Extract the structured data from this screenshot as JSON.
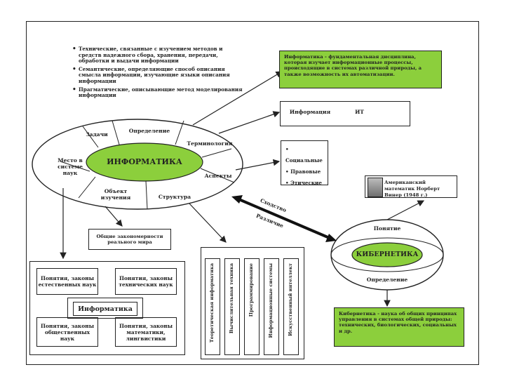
{
  "bullets": [
    "Технические, связанные с изучением методов и средств надежного сбора, хранения, передачи, обработки и выдачи информации",
    "Семантические, определяющие способ описания смысла информации, изучающие языки описания информации",
    "Прагматические, описывающие метод моделирования информации"
  ],
  "definition_box": "Информатика - фундаментальная дисциплина, которая изучает информационные процессы, происходящие в системах различной природы, а также возможность их автоматизации.",
  "informatics_oval": {
    "center": "ИНФОРМАТИКА",
    "segments": {
      "tasks": "Задачи",
      "definition": "Определение",
      "terminology": "Терминология",
      "aspects": "Аспекты",
      "structure": "Структура",
      "object": "Объект изучения",
      "place": "Место в системе наук"
    }
  },
  "venn": {
    "left": "Информация",
    "right": "ИТ"
  },
  "aspects_list": [
    "Социальные",
    "Правовые",
    "Этические"
  ],
  "general_laws": "Общие закономерности реального мира",
  "portrait_caption": "Американский математик Норберт Винер (1948 г.)",
  "similarity": "Сходство",
  "difference": "Различие",
  "cybernetics_oval": {
    "center": "КИБЕРНЕТИКА",
    "top": "Понятие",
    "bottom": "Определение"
  },
  "cybernetics_box": "Кибернетика - наука об общих принципах управления в системах общей природы: технических, биологических, социальных и др.",
  "place_grid": {
    "tl": "Понятия, законы естественных наук",
    "tr": "Понятия, законы технических наук",
    "center": "Информатика",
    "bl": "Понятия, законы общественных наук",
    "br": "Понятия, законы математики, лингвистики"
  },
  "structure_columns": [
    "Теоретическая информатика",
    "Вычислительная техника",
    "Программирование",
    "Информационные системы",
    "Искусственный интеллект"
  ],
  "colors": {
    "green": "#8ccf3c",
    "ink": "#222222"
  }
}
